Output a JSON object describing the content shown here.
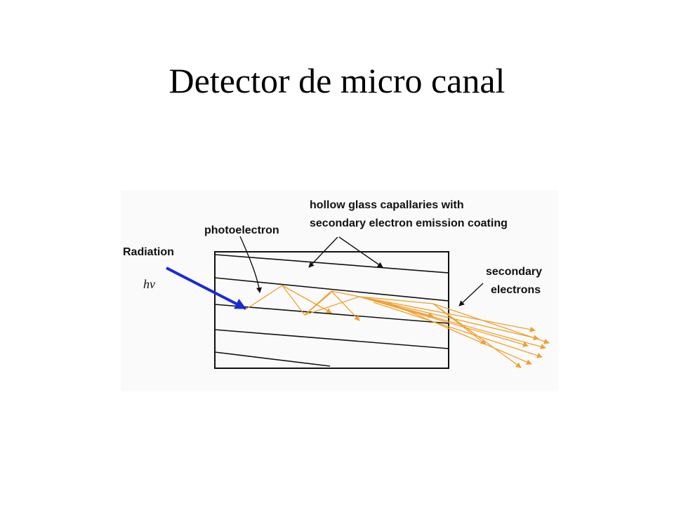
{
  "slide": {
    "title": "Detector de micro canal"
  },
  "diagram": {
    "labels": {
      "capillaries_line1": "hollow glass capallaries with",
      "capillaries_line2": "secondary electron emission coating",
      "photoelectron": "photoelectron",
      "radiation": "Radiation",
      "photon": "hν",
      "secondary_line1": "secondary",
      "secondary_line2": "electrons"
    },
    "colors": {
      "radiation_arrow": "#1a2ad6",
      "electron_paths": "#f0a030",
      "lines": "#111111",
      "background": "#fafafa"
    }
  }
}
